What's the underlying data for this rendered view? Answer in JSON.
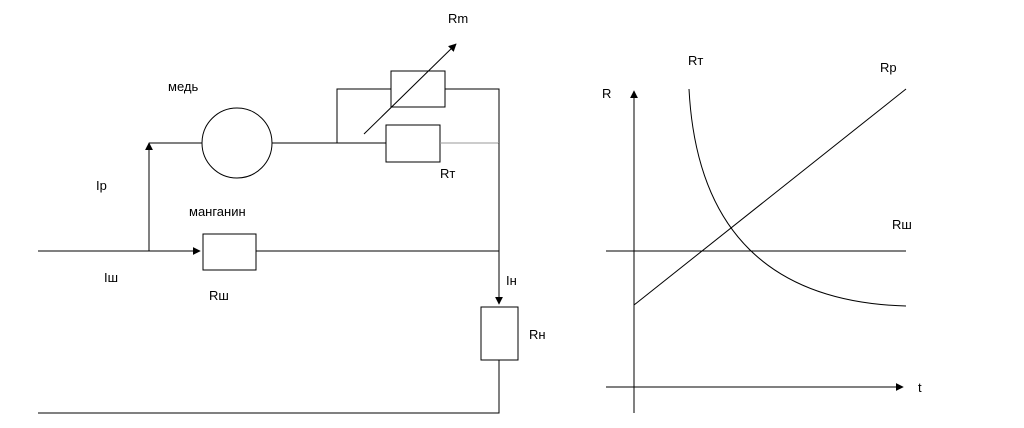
{
  "circuit": {
    "labels": {
      "copper": "медь",
      "manganin": "манганин",
      "rm": "Rm",
      "rt": "Rт",
      "rsh": "Rш",
      "rn": "Rн",
      "ip": "Iр",
      "ish": "Iш",
      "in": "Iн"
    }
  },
  "graph": {
    "labels": {
      "y_axis": "R",
      "x_axis": "t",
      "rt_curve": "Rт",
      "rp_line": "Rр",
      "rsh_line": "Rш"
    }
  }
}
